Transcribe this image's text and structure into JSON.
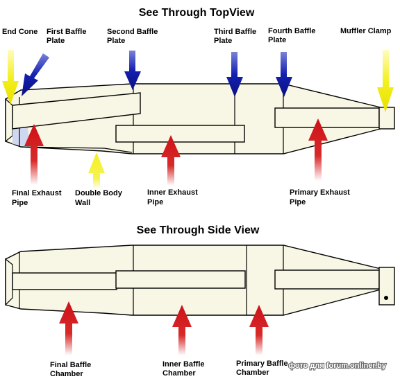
{
  "colors": {
    "yellow_arrow": "#f4f020",
    "blue_arrow": "#10189c",
    "red_arrow": "#cc1118",
    "body_fill": "#f8f6e4",
    "pipe_end_fill": "#cfd8f0"
  },
  "top_view": {
    "title": "See Through TopView",
    "labels": {
      "end_cone": "End Cone",
      "first_baffle_1": "First Baffle",
      "first_baffle_2": "Plate",
      "second_baffle_1": "Second Baffle",
      "second_baffle_2": "Plate",
      "third_baffle_1": "Third Baffle",
      "third_baffle_2": "Plate",
      "fourth_baffle_1": "Fourth Baffle",
      "fourth_baffle_2": "Plate",
      "muffler_clamp": "Muffler Clamp",
      "final_exhaust_1": "Final Exhaust",
      "final_exhaust_2": "Pipe",
      "double_body_1": "Double Body",
      "double_body_2": "Wall",
      "inner_exhaust_1": "Inner Exhaust",
      "inner_exhaust_2": "Pipe",
      "primary_exhaust_1": "Primary Exhaust",
      "primary_exhaust_2": "Pipe"
    }
  },
  "side_view": {
    "title": "See Through Side View",
    "labels": {
      "final_chamber_1": "Final Baffle",
      "final_chamber_2": "Chamber",
      "inner_chamber_1": "Inner Baffle",
      "inner_chamber_2": "Chamber",
      "primary_chamber_1": "Primary Baffle",
      "primary_chamber_2": "Chamber"
    }
  },
  "watermark": "фото для forum.onliner.by"
}
